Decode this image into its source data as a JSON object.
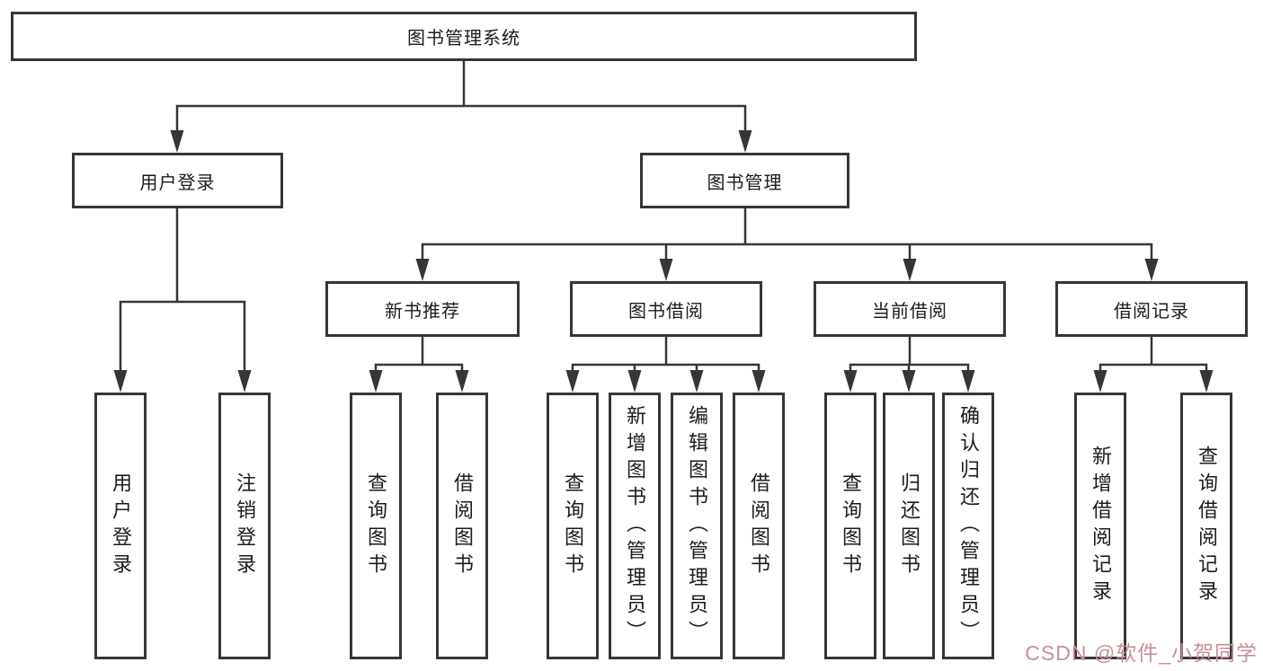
{
  "diagram": {
    "type": "hierarchy-functional-structure",
    "title": "图书管理系统"
  },
  "nodes": {
    "root": {
      "label": "图书管理系统"
    },
    "user_login": {
      "label": "用户登录"
    },
    "book_mgmt": {
      "label": "图书管理"
    },
    "login": {
      "label": "用户登录"
    },
    "logout": {
      "label": "注销登录"
    },
    "new_rec": {
      "label": "新书推荐"
    },
    "book_borrow": {
      "label": "图书借阅"
    },
    "current": {
      "label": "当前借阅"
    },
    "records": {
      "label": "借阅记录"
    },
    "nr_query": {
      "label": "查询图书"
    },
    "nr_borrow": {
      "label": "借阅图书"
    },
    "bb_query": {
      "label": "查询图书"
    },
    "bb_add": {
      "label": "新增图书（管理员）"
    },
    "bb_edit": {
      "label": "编辑图书（管理员）"
    },
    "bb_borrow": {
      "label": "借阅图书"
    },
    "cb_query": {
      "label": "查询图书"
    },
    "cb_return": {
      "label": "归还图书"
    },
    "cb_confirm": {
      "label": "确认归还（管理员）"
    },
    "br_add": {
      "label": "新增借阅记录"
    },
    "br_query": {
      "label": "查询借阅记录"
    }
  },
  "watermark": {
    "text": "CSDN @软件_小贺同学",
    "color": "#c98f97"
  },
  "colors": {
    "line": "#363636",
    "box_border": "#363636",
    "background": "#ffffff",
    "text": "#1c1c1c"
  }
}
